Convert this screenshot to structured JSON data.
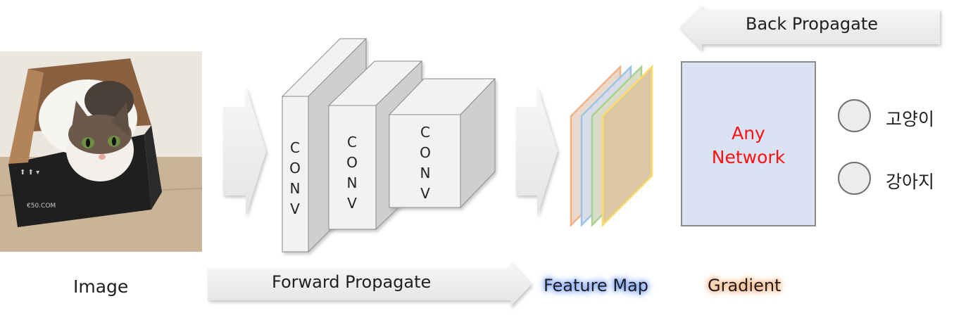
{
  "image_label": "Image",
  "forward_label": "Forward Propagate",
  "back_label": "Back Propagate",
  "feature_map_label": "Feature Map",
  "gradient_label": "Gradient",
  "conv_layers": [
    {
      "letters": [
        "C",
        "O",
        "N",
        "V"
      ]
    },
    {
      "letters": [
        "C",
        "O",
        "N",
        "V"
      ]
    },
    {
      "letters": [
        "C",
        "O",
        "N",
        "V"
      ]
    }
  ],
  "network": {
    "line1": "Any",
    "line2": "Network"
  },
  "classes": [
    {
      "label": "고양이"
    },
    {
      "label": "강아지"
    }
  ],
  "colors": {
    "network_fill": "#dae3f3",
    "network_text": "#ff1010",
    "feature_map_layers": [
      "#f4b183",
      "#9dc3e6",
      "#a9d18e",
      "#ffd966"
    ],
    "feature_map_glow": "#5b8cff",
    "gradient_glow": "#ff9c5c"
  }
}
